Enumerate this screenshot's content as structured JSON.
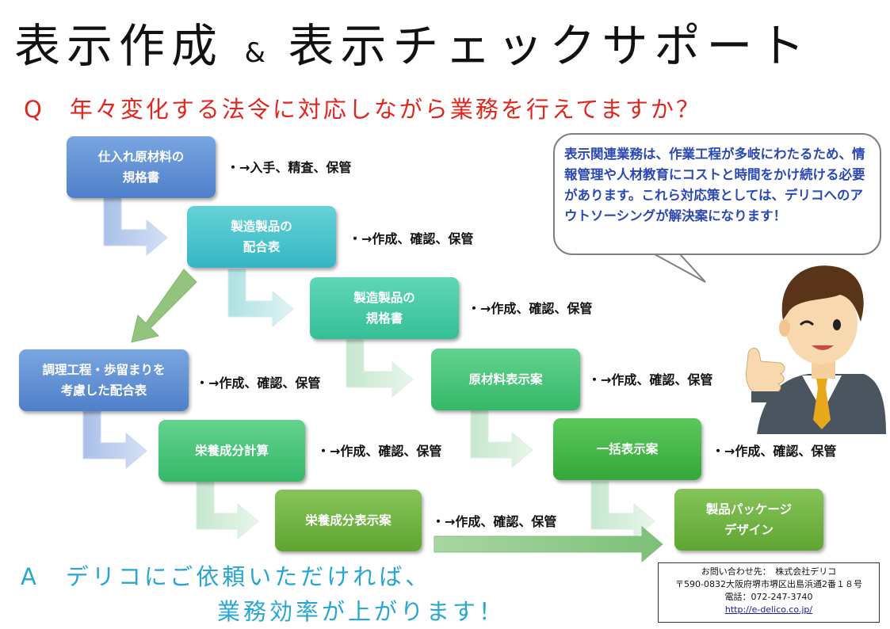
{
  "title": {
    "part1": "表示作成",
    "amp": "&",
    "part2": "表示チェックサポート"
  },
  "question": "Q　年々変化する法令に対応しながら業務を行えてますか？",
  "answer": {
    "line1": "A　デリコにご依頼いただければ、",
    "line2": "業務効率が上がります！"
  },
  "boxes": [
    {
      "label": "仕入れ原材料の\n規格書",
      "note": "・→入手、精査、保管"
    },
    {
      "label": "製造製品の\n配合表",
      "note": "・→作成、確認、保管"
    },
    {
      "label": "製造製品の\n規格書",
      "note": "・→作成、確認、保管"
    },
    {
      "label": "調理工程・歩留まりを\n考慮した配合表",
      "note": "・→作成、確認、保管"
    },
    {
      "label": "原材料表示案",
      "note": "・→作成、確認、保管"
    },
    {
      "label": "栄養成分計算",
      "note": "・→作成、確認、保管"
    },
    {
      "label": "一括表示案",
      "note": "・→作成、確認、保管"
    },
    {
      "label": "栄養成分表示案",
      "note": "・→作成、確認、保管"
    },
    {
      "label": "製品パッケージ\nデザイン"
    }
  ],
  "speech_bubble": "表示関連業務は、作業工程が多岐にわたるため、情報管理や人材教育にコストと時間をかけ続ける必要があります。これら対応策としては、デリコへのアウトソーシングが解決案になります！",
  "contact": {
    "line1": "お問い合わせ先：　株式会社デリコ",
    "line2": "〒590-0832大阪府堺市堺区出島浜通2番１８号",
    "line3": "電話：072-247-3740",
    "url": "http://e-delico.co.jp/"
  },
  "colors": {
    "question": "#e0271f",
    "answer": "#27a6d3",
    "bubble_text": "#2b48b3",
    "box_blue": "#5b8fd6",
    "box_teal": "#3fc7c9",
    "box_green": "#4cc47a",
    "box_olive": "#6cb23e"
  },
  "icons": [
    "businessman-thumbs-up-illustration",
    "bend-arrow-icon",
    "diagonal-arrow-icon"
  ]
}
